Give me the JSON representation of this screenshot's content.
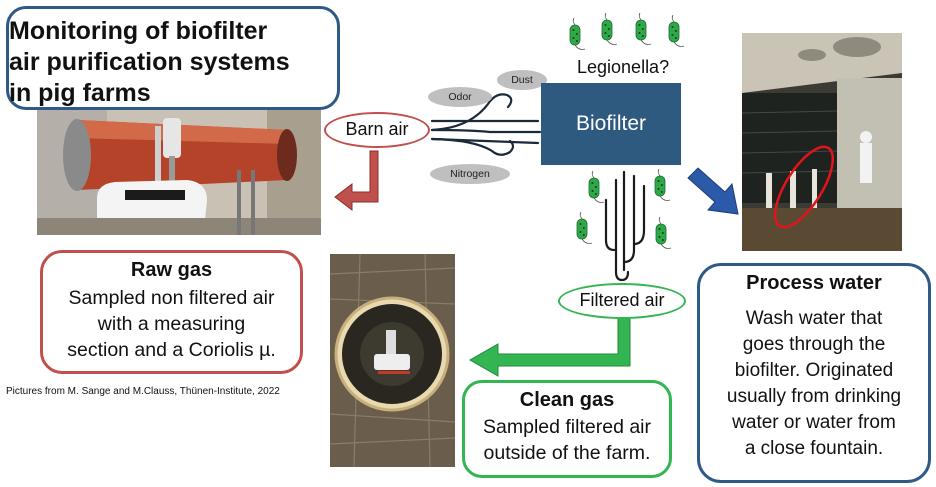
{
  "title": [
    "Monitoring of biofilter",
    "air purification systems",
    "in pig farms"
  ],
  "barn_air": "Barn air",
  "emissions": {
    "odor": "Odor",
    "dust": "Dust",
    "nitrogen": "Nitrogen"
  },
  "biofilter": "Biofilter",
  "legionella": "Legionella?",
  "filtered_air": "Filtered air",
  "raw_gas": {
    "heading": "Raw gas",
    "lines": [
      "Sampled non filtered air",
      "with a measuring",
      "section and a Coriolis µ."
    ]
  },
  "clean_gas": {
    "heading": "Clean gas",
    "lines": [
      "Sampled filtered air",
      "outside of the farm."
    ]
  },
  "process_water": {
    "heading": "Process water",
    "lines": [
      "Wash water that",
      "goes through the",
      "biofilter. Originated",
      "usually from drinking",
      "water or water from",
      "a close fountain."
    ]
  },
  "credit": "Pictures from M. Sange and M.Clauss, Thünen-Institute, 2022",
  "colors": {
    "red": "#c0504d",
    "green": "#33b552",
    "blue": "#2e5a88",
    "biofilter": "#2e5a80",
    "bacteria": "#2fa84a"
  }
}
